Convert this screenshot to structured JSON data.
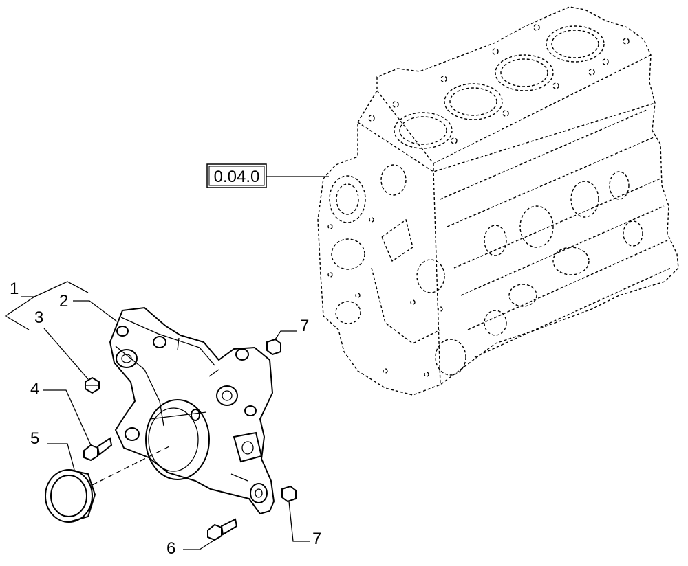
{
  "reference_box": {
    "label": "0.04.0"
  },
  "callouts": [
    {
      "id": "1",
      "label": "1"
    },
    {
      "id": "2",
      "label": "2"
    },
    {
      "id": "3",
      "label": "3"
    },
    {
      "id": "4",
      "label": "4"
    },
    {
      "id": "5",
      "label": "5"
    },
    {
      "id": "6",
      "label": "6"
    },
    {
      "id": "7a",
      "label": "7"
    },
    {
      "id": "7b",
      "label": "7"
    }
  ]
}
